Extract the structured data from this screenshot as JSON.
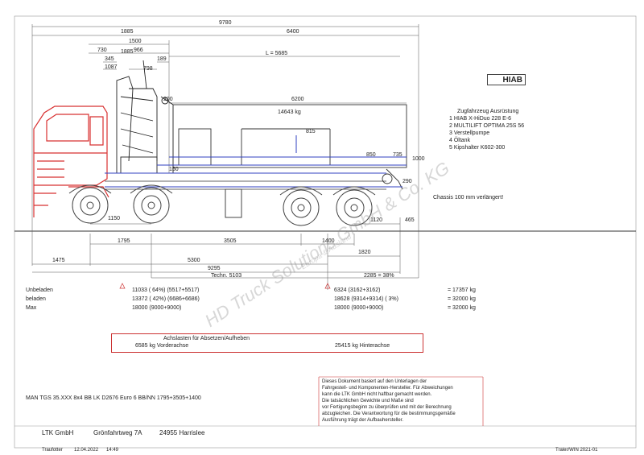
{
  "dimensions": {
    "top_total": "9780",
    "top_1885": "1885",
    "top_6400": "6400",
    "top_1500": "1500",
    "top_730": "730",
    "top_1885b": "1885",
    "top_966": "966",
    "top_345": "345",
    "top_189": "189",
    "top_1087": "1087",
    "top_798": "798",
    "load_length": "L = 5685",
    "body_6200": "6200",
    "dim_200": "200",
    "payload_kg": "14643 kg",
    "dim_815": "815",
    "dim_850": "850",
    "dim_735": "735",
    "dim_1000": "1000",
    "dim_290": "290",
    "dim_150": "150",
    "dim_1150": "1150",
    "dim_1120": "1120",
    "dim_465": "465",
    "bot_1795": "1795",
    "bot_3505": "3505",
    "bot_1400": "1400",
    "bot_1820": "1820",
    "bot_1475": "1475",
    "bot_5300": "5300",
    "bot_9295": "9295",
    "techn": "Techn. 5103",
    "overhang": "2285 = 38%"
  },
  "equipment": {
    "title": "Zugfahrzeug Ausrüstung",
    "items": [
      "1  HIAB  X-HiDuo 228 E-6",
      "2  MULTILIFT  OPTIMA 25S 56",
      "3  Verstellpumpe",
      "4  Öltank",
      "5  Kipshalter  K602-300"
    ],
    "chassis_note": "Chassis 100 mm verlängert!"
  },
  "loads": {
    "rows": [
      {
        "label": "Unbeladen",
        "front": "11033 ( 64%) (5517+5517)",
        "rear": "6324 (3162+3162)",
        "total": "= 17357 kg"
      },
      {
        "label": "beladen",
        "front": "13372 ( 42%) (6686+6686)",
        "rear": "18628 (9314+9314)  ( 3%)",
        "total": "= 32000 kg"
      },
      {
        "label": "Max",
        "front": "18000 (9000+9000)",
        "rear": "18000 (9000+9000)",
        "total": "= 32000 kg"
      }
    ]
  },
  "axle_box": {
    "title": "Achslasten für Absetzen/Aufheben",
    "front": "6585 kg  Vorderachse",
    "rear": "25415 kg  Hinterachse"
  },
  "disclaimer": [
    "Dieses Dokument basiert auf den Unterlagen der",
    "Fahrgestell- und Komponenten-Hersteller. Für Abweichungen",
    "kann die LTK GmbH nicht haftbar gemacht werden.",
    "Die tatsächlichen Gewichte und Maße sind",
    "vor Fertigungsbeginn zu überprüfen und mit der Berechnung",
    "abzugleichen. Die Verantwortung für die bestimmungsgemäße",
    "Ausführung trägt der Aufbauhersteller."
  ],
  "vehicle_line": "MAN TGS 35.XXX 8x4 BB    LK D2676 Euro 6 BB/NN 1795+3505+1400",
  "footer": {
    "company": "LTK GmbH",
    "street": "Grönfahrtweg 7A",
    "city": "24955 Harrislee",
    "drawn_by": "Traufotter",
    "date": "12.04.2022",
    "time": "14:49",
    "doc_id": "Traler/WIN 2021-01"
  },
  "logo_text": "HIAB",
  "watermark": "HD Truck Solutions GmbH & Co. KG",
  "watermark_sub": "Europa & Ausland"
}
